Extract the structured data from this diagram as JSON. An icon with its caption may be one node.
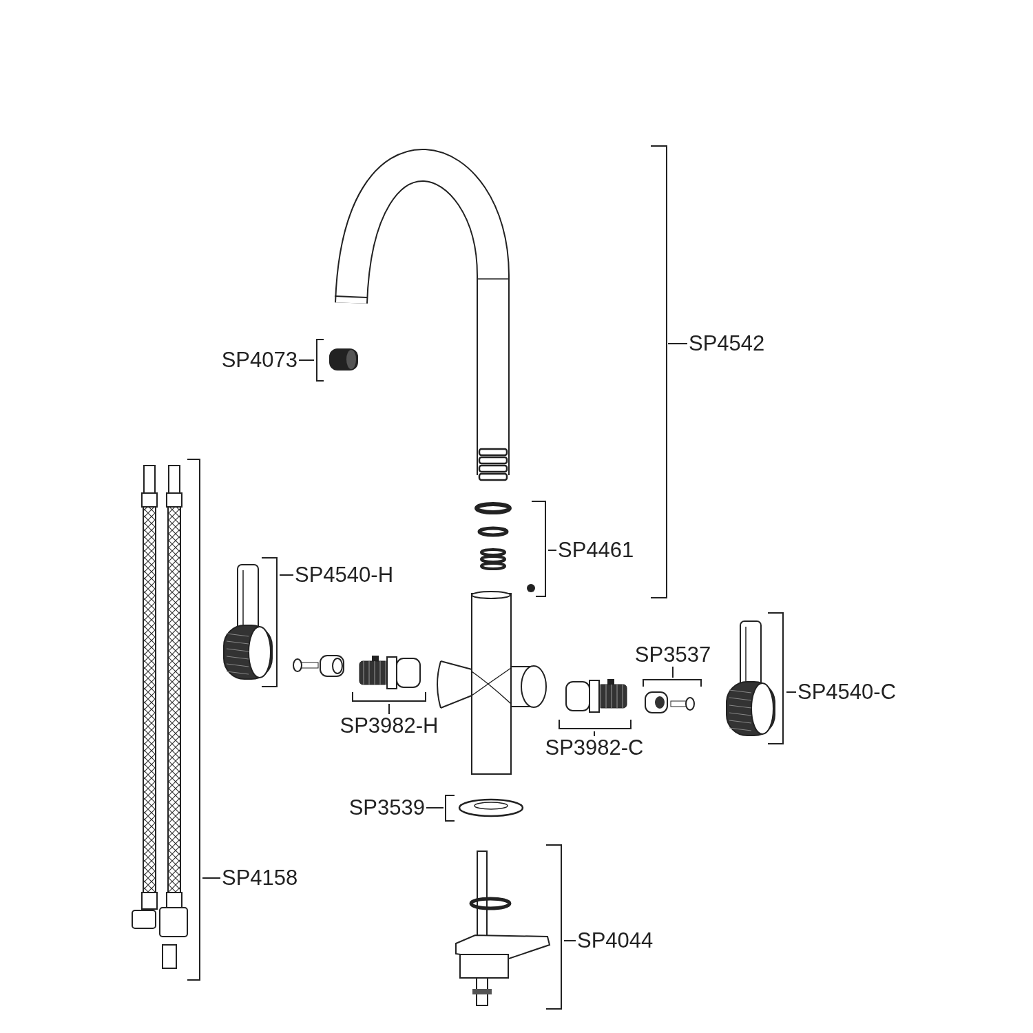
{
  "diagram": {
    "nodes": [
      {
        "text": [
          "SP4542"
        ]
      },
      {
        "text": [
          "SP4073"
        ]
      },
      {
        "text": [],
        "shape": "picture"
      },
      {
        "text": [
          "SP4461"
        ]
      },
      {
        "text": [],
        "shape": "picture"
      },
      {
        "text": [
          "SP4540-H"
        ]
      },
      {
        "text": [],
        "shape": "picture"
      },
      {
        "text": [
          "SP3537"
        ]
      },
      {
        "text": [],
        "shape": "picture"
      },
      {
        "text": [
          "SP4540-C"
        ]
      },
      {
        "text": [],
        "shape": "picture"
      },
      {
        "text": [
          "SP3982-H"
        ]
      },
      {
        "text": [],
        "shape": "picture"
      },
      {
        "text": [
          "SP3982-C"
        ]
      },
      {
        "text": [],
        "shape": "picture"
      },
      {
        "text": [
          "SP3539"
        ]
      },
      {
        "text": [],
        "shape": "picture"
      },
      {
        "text": [
          "SP4158"
        ]
      },
      {
        "text": [],
        "shape": "picture"
      },
      {
        "text": [
          "SP4044"
        ]
      },
      {
        "text": [],
        "shape": "picture"
      },
      {
        "text": [],
        "shape": "bracket"
      }
    ],
    "edges": [
      {
        "from": 0,
        "to": 21,
        "arrow": "none"
      },
      {
        "from": 1,
        "to": 2,
        "arrow": "none"
      },
      {
        "from": 3,
        "to": 4,
        "arrow": "none"
      },
      {
        "from": 5,
        "to": 6,
        "arrow": "none"
      },
      {
        "from": 7,
        "to": 8,
        "arrow": "none"
      },
      {
        "from": 9,
        "to": 10,
        "arrow": "none"
      },
      {
        "from": 11,
        "to": 12,
        "arrow": "none"
      },
      {
        "from": 13,
        "to": 14,
        "arrow": "none"
      },
      {
        "from": 15,
        "to": 16,
        "arrow": "none"
      },
      {
        "from": 17,
        "to": 18,
        "arrow": "none"
      },
      {
        "from": 19,
        "to": 20,
        "arrow": "none"
      }
    ]
  }
}
